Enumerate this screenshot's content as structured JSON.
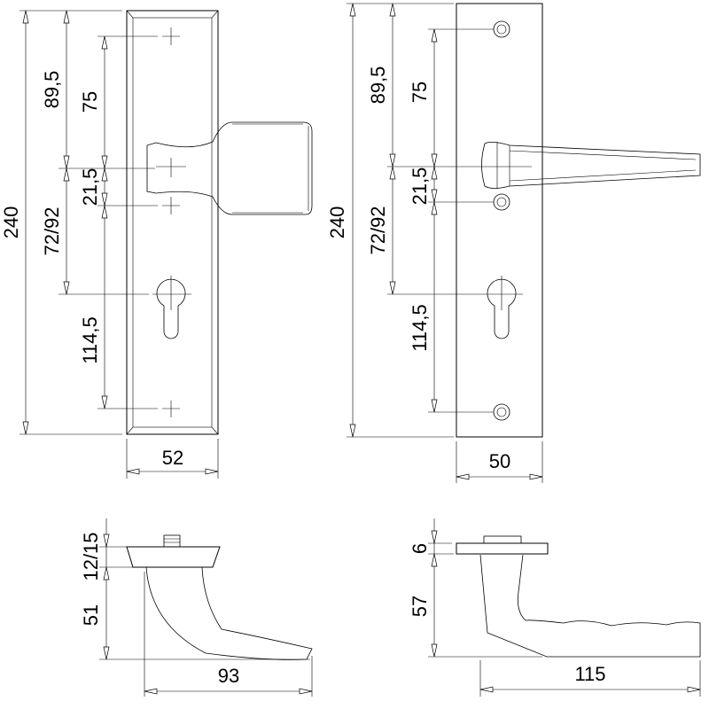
{
  "front_view_left": {
    "height_total": "240",
    "to_handle": "89,5",
    "handle_to_cylinder": "72/92",
    "upper_screw": "75",
    "handle_to_screw": "21,5",
    "lower_screw": "114,5",
    "width": "52"
  },
  "front_view_right": {
    "height_total": "240",
    "to_handle": "89,5",
    "handle_to_cylinder": "72/92",
    "upper_screw": "75",
    "handle_to_screw": "21,5",
    "lower_screw": "114,5",
    "width": "50"
  },
  "side_view_left": {
    "rose_height": "12/15",
    "handle_height": "51",
    "projection": "93"
  },
  "side_view_right": {
    "rose_height": "6",
    "handle_height": "57",
    "projection": "115"
  }
}
